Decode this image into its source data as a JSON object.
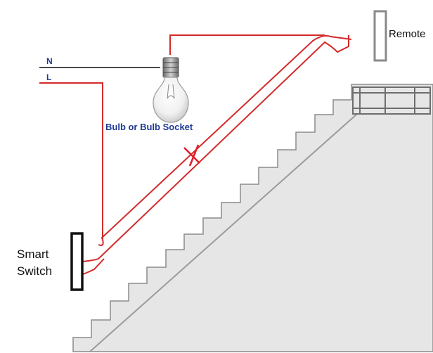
{
  "labels": {
    "neutral": "N",
    "live": "L",
    "bulb": "Bulb or Bulb Socket",
    "remote": "Remote",
    "smart_switch_line1": "Smart",
    "smart_switch_line2": "Switch"
  },
  "colors": {
    "wire_live": "#d42a2a",
    "wire_neutral": "#111111",
    "label_blue": "#1f3a93",
    "stair_fill": "#e6e6e6",
    "stair_edge": "#8c8c8c",
    "switch_outline": "#111111",
    "remote_outline": "#8a8a8a",
    "cut_mark": "#e0202a"
  },
  "icons": {
    "bulb": "light-bulb-icon",
    "cut": "cross-mark-icon"
  }
}
